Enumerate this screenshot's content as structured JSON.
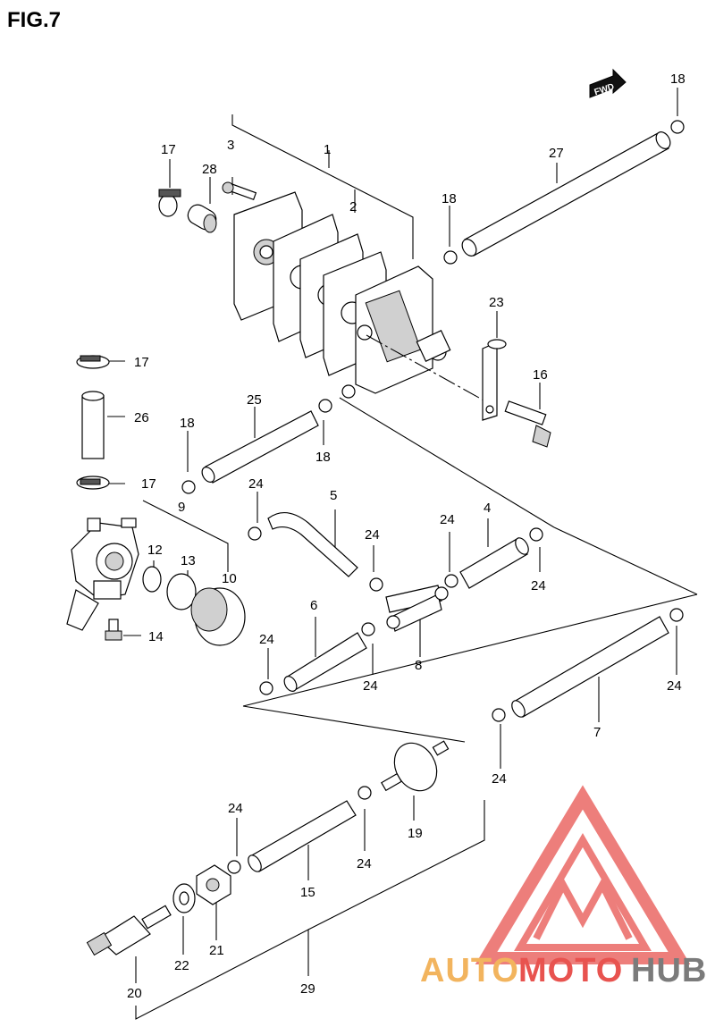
{
  "figure": {
    "title": "FIG.7"
  },
  "fwd_label": "FWD",
  "labels": {
    "n18a": "18",
    "n17a": "17",
    "n3": "3",
    "n28": "28",
    "n1": "1",
    "n2": "2",
    "n27": "27",
    "n18b": "18",
    "n23": "23",
    "n16": "16",
    "n17b": "17",
    "n26": "26",
    "n25": "25",
    "n18c": "18",
    "n18d": "18",
    "n17c": "17",
    "n9": "9",
    "n5": "5",
    "n24a": "24",
    "n24b": "24",
    "n24c": "24",
    "n4": "4",
    "n24d": "24",
    "n12": "12",
    "n13": "13",
    "n10": "10",
    "n14": "14",
    "n6": "6",
    "n8": "8",
    "n24e": "24",
    "n24f": "24",
    "n24g": "24",
    "n7": "7",
    "n24h": "24",
    "n19": "19",
    "n24i": "24",
    "n24j": "24",
    "n15": "15",
    "n22": "22",
    "n21": "21",
    "n20": "20",
    "n29": "29"
  },
  "watermark": {
    "part1": "AUTO",
    "part2": "MOTO",
    "part3": "HUB"
  },
  "colors": {
    "watermark_red": "#e8534f",
    "watermark_orange": "#f2b45e",
    "watermark_gray": "#7b7b7b"
  }
}
